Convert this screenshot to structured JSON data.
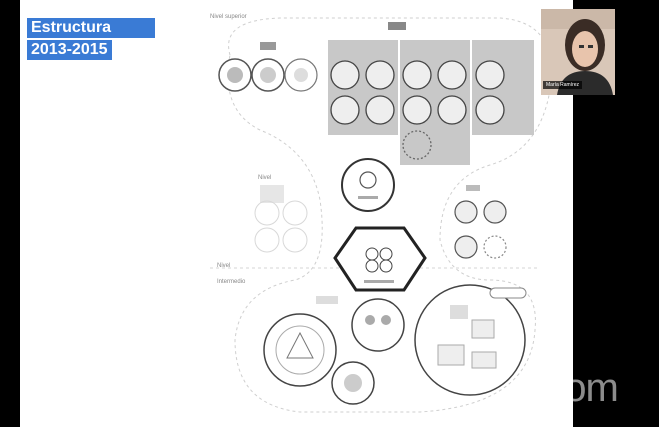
{
  "slide": {
    "title_line1": "Estructura",
    "title_line2": "2013-2015",
    "top_left_label": "Nivel superior",
    "left_group_label": "Nivel",
    "level_label_1": "Nivel",
    "level_label_2": "Intermedio"
  },
  "webcam": {
    "participant_name": "María Ramírez"
  },
  "zoom": {
    "watermark": "zoom"
  },
  "colors": {
    "title_highlight": "#3a7bd5",
    "slide_background": "#ffffff",
    "frame_background": "#000000"
  }
}
